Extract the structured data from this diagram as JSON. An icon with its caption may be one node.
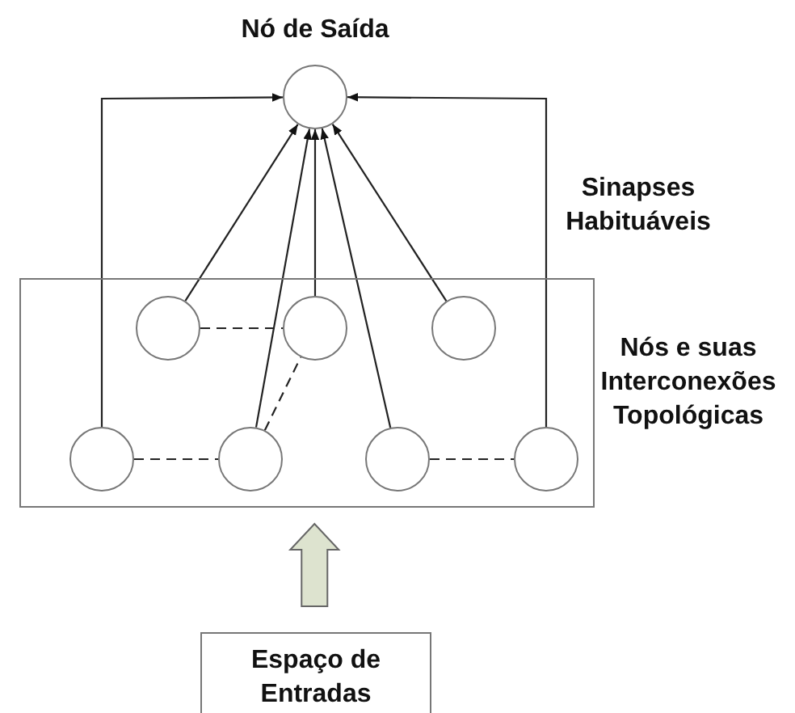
{
  "diagram": {
    "nodes": [
      {
        "text": [],
        "shape": "box"
      },
      {
        "text": [],
        "shape": "circle"
      },
      {
        "text": [],
        "shape": "circle",
        "in": 0
      },
      {
        "text": [],
        "shape": "circle",
        "in": 0
      },
      {
        "text": [],
        "shape": "circle",
        "in": 0
      },
      {
        "text": [],
        "shape": "circle",
        "in": 0
      },
      {
        "text": [],
        "shape": "circle",
        "in": 0
      },
      {
        "text": [],
        "shape": "circle",
        "in": 0
      },
      {
        "text": [],
        "shape": "circle",
        "in": 0
      },
      {
        "text": [
          "Espaço de Entradas"
        ]
      }
    ],
    "edges": [
      {
        "from": 5,
        "to": 1,
        "arrow": "to"
      },
      {
        "from": 2,
        "to": 1,
        "arrow": "to"
      },
      {
        "from": 6,
        "to": 1,
        "arrow": "to"
      },
      {
        "from": 3,
        "to": 1,
        "arrow": "to"
      },
      {
        "from": 7,
        "to": 1,
        "arrow": "to"
      },
      {
        "from": 4,
        "to": 1,
        "arrow": "to"
      },
      {
        "from": 8,
        "to": 1,
        "arrow": "to"
      },
      {
        "from": 2,
        "to": 3,
        "arrow": "none",
        "style": "dashed"
      },
      {
        "from": 5,
        "to": 6,
        "arrow": "none",
        "style": "dashed"
      },
      {
        "from": 6,
        "to": 3,
        "arrow": "none",
        "style": "dashed"
      },
      {
        "from": 7,
        "to": 8,
        "arrow": "none",
        "style": "dashed"
      },
      {
        "from": 9,
        "to": 0,
        "arrow": "to",
        "style": "thick",
        "color": "#dde3cf"
      }
    ],
    "labels": [
      "Nó de Saída",
      "Sinapses Habituáveis",
      "Nós e suas Interconexões Topológicas"
    ]
  }
}
